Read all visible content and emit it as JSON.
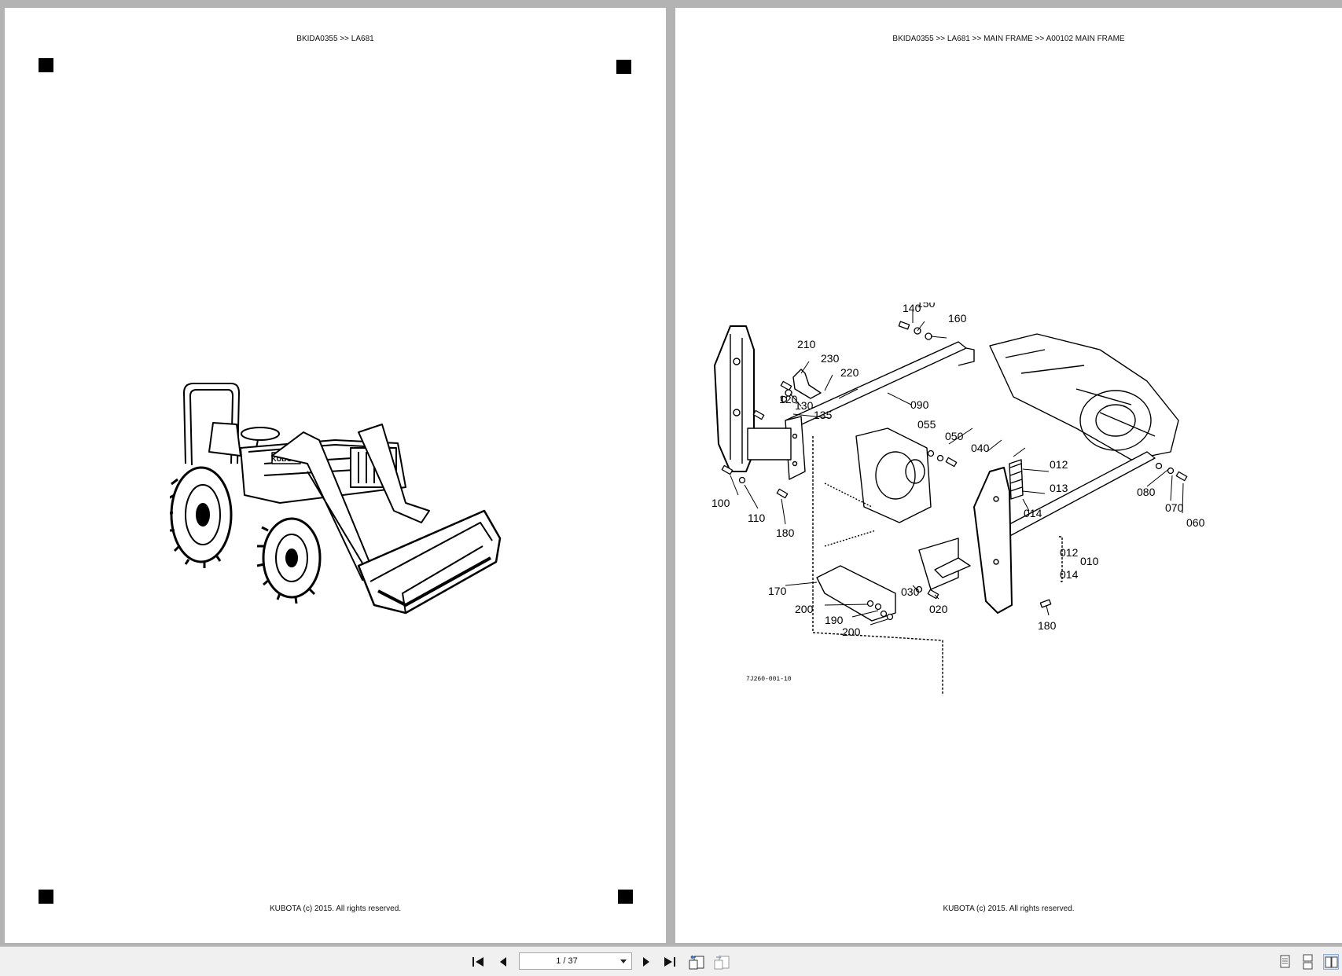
{
  "pages": [
    {
      "header": "BKIDA0355 >> LA681",
      "footer": "KUBOTA (c) 2015. All rights reserved.",
      "illustration": "tractor-with-front-loader",
      "decal_text": "KUBOTA"
    },
    {
      "header": "BKIDA0355 >> LA681 >> MAIN FRAME >> A00102   MAIN FRAME",
      "footer": "KUBOTA (c) 2015. All rights reserved.",
      "illustration": "main-frame-exploded-view",
      "drawing_code": "7J260-001-10",
      "callouts": [
        "140",
        "150",
        "160",
        "210",
        "230",
        "220",
        "120",
        "130",
        "135",
        "090",
        "055",
        "050",
        "040",
        "012",
        "013",
        "014",
        "080",
        "070",
        "060",
        "100",
        "110",
        "180",
        "170",
        "200",
        "190",
        "200",
        "030",
        "020",
        "012",
        "014",
        "010",
        "180"
      ]
    }
  ],
  "toolbar": {
    "page_indicator": "1 / 37",
    "icons": [
      "first-page-icon",
      "previous-page-icon",
      "next-page-icon",
      "last-page-icon",
      "previous-view-icon",
      "next-view-icon",
      "single-page-view-icon",
      "continuous-view-icon",
      "two-page-view-icon"
    ]
  }
}
